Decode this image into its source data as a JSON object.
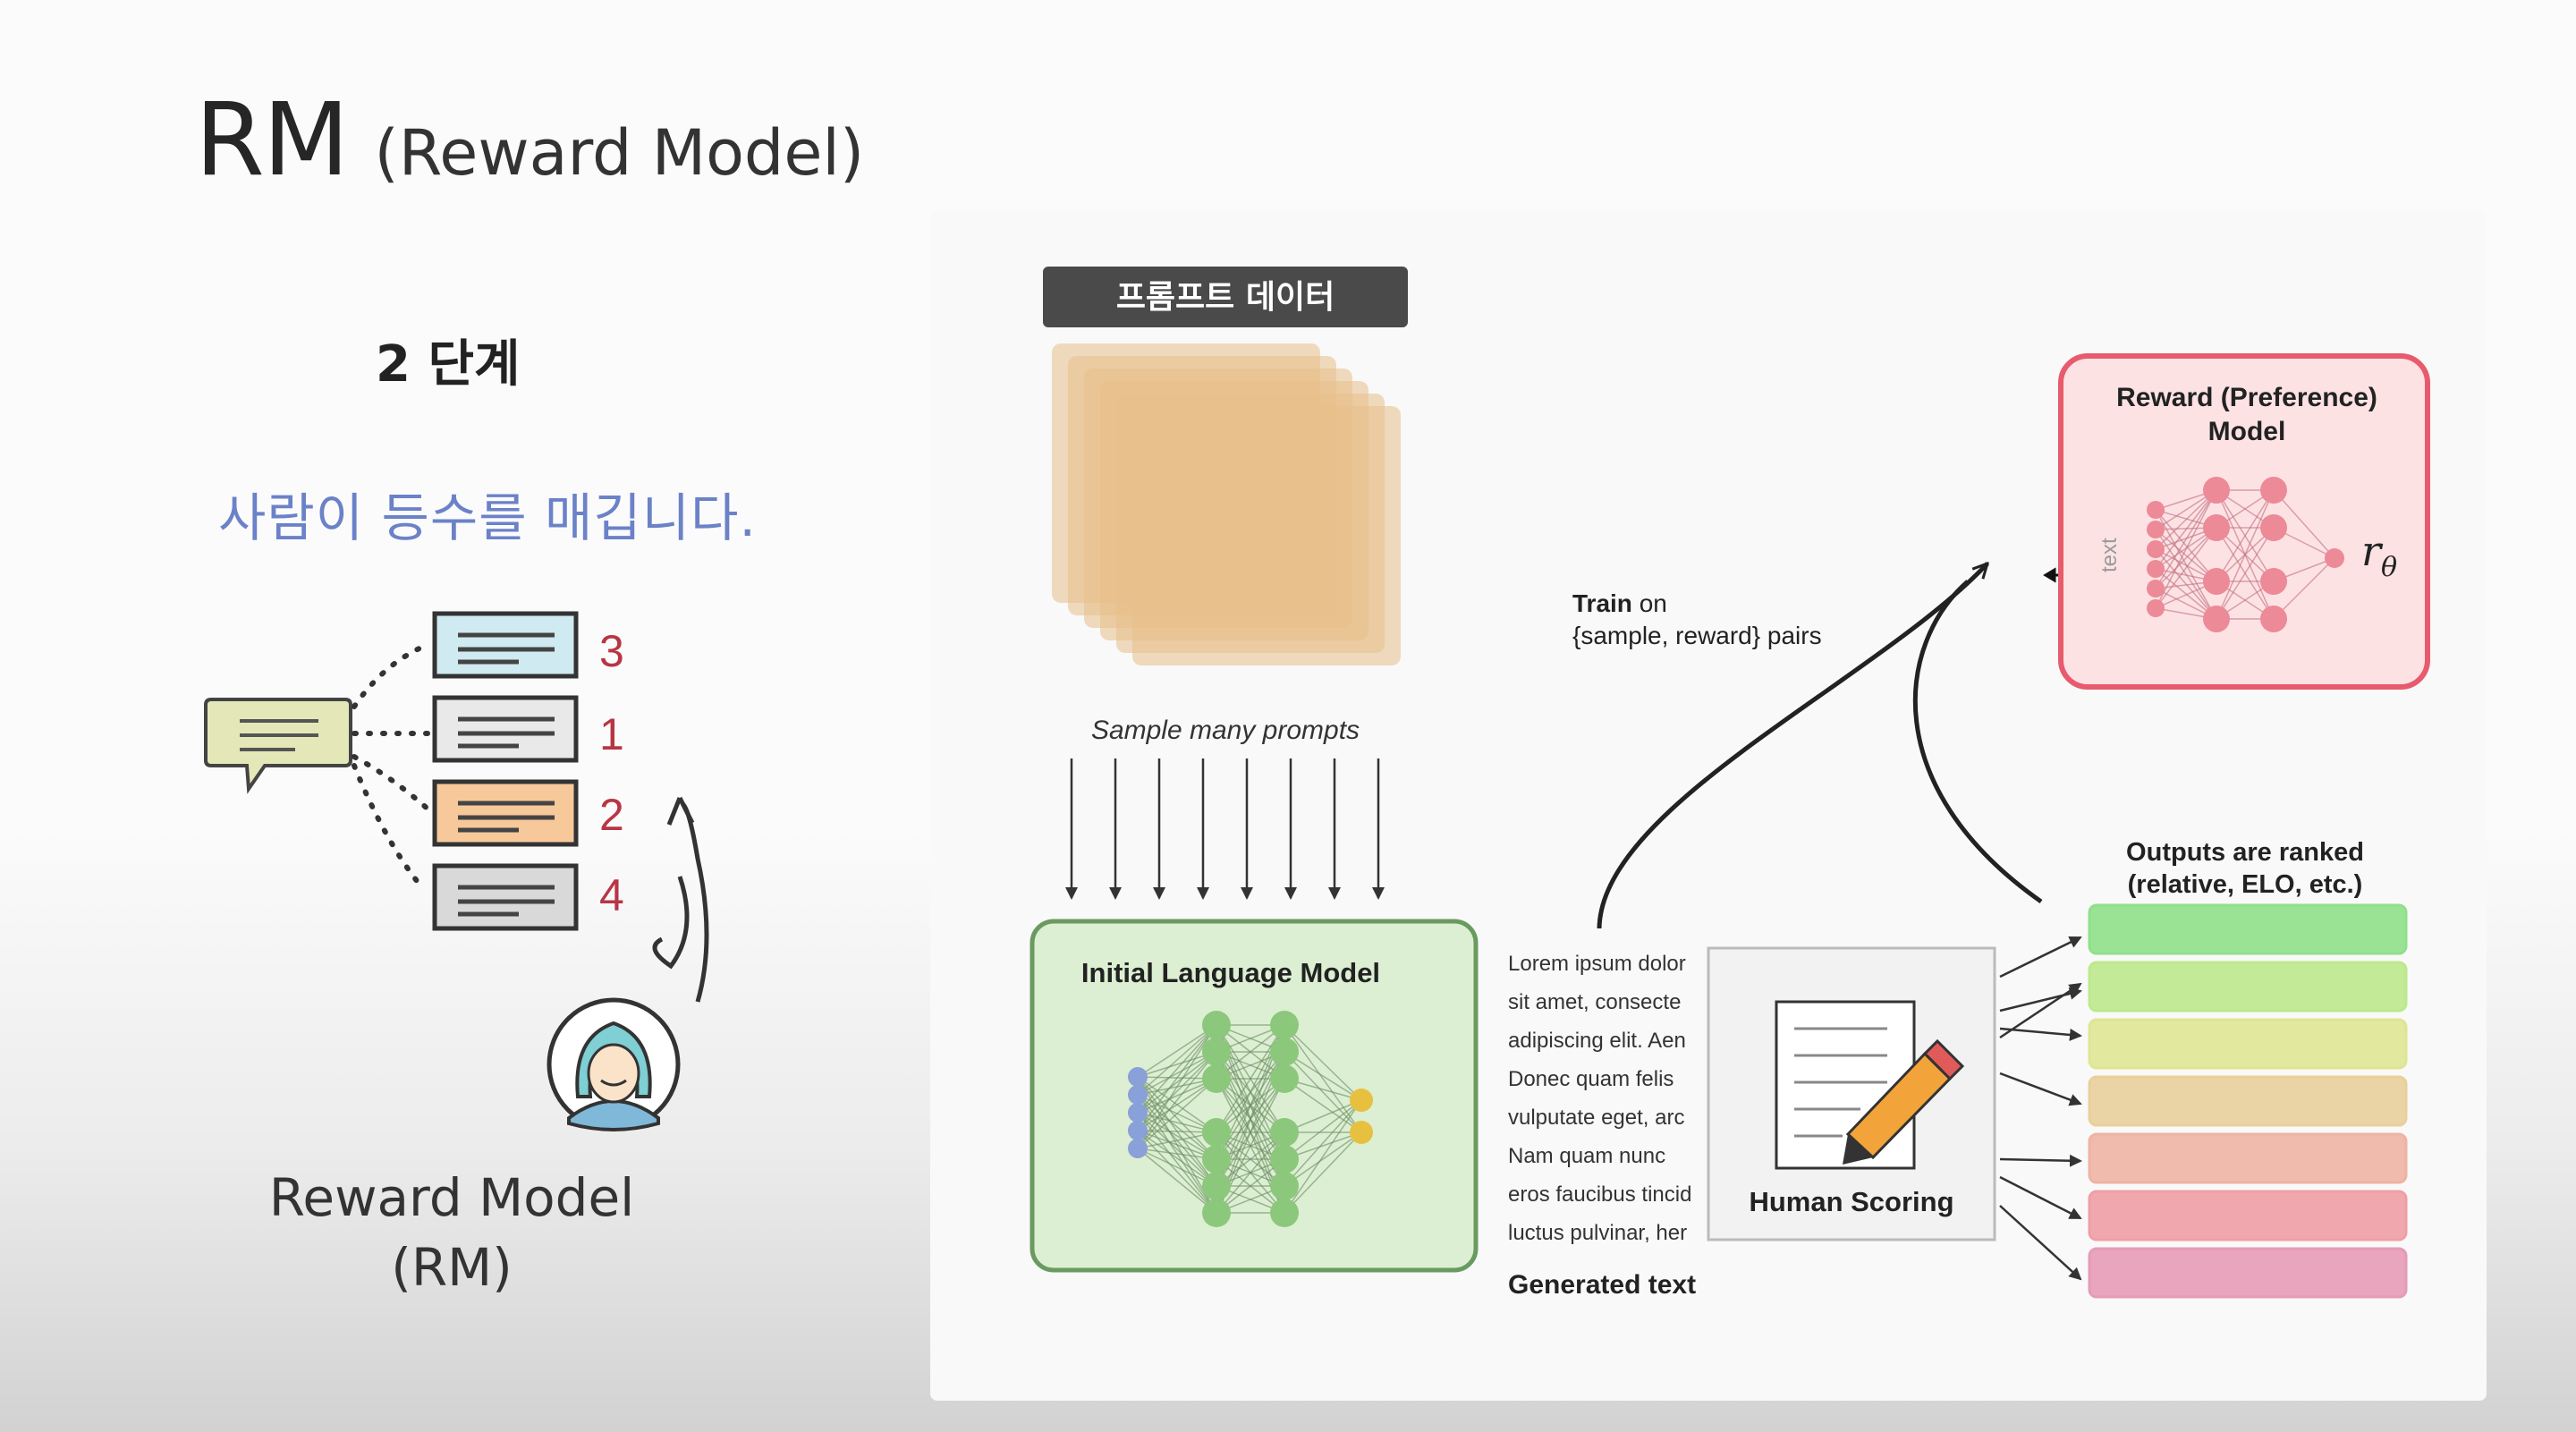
{
  "slide": {
    "title_main": "RM",
    "title_sub": "(Reward Model)",
    "step_title": "2 단계",
    "step_desc": "사람이 등수를 매깁니다.",
    "ranks": [
      "3",
      "1",
      "2",
      "4"
    ],
    "caption_line1": "Reward Model",
    "caption_line2": "(RM)"
  },
  "diagram": {
    "prompt_label": "프롬프트 데이터",
    "sample_label": "Sample many prompts",
    "lm_title": "Initial Language Model",
    "generated_lines": [
      "Lorem ipsum dolor",
      "sit amet, consecte",
      "adipiscing elit. Aen",
      "Donec quam felis",
      "vulputate eget, arc",
      "Nam quam nunc",
      "eros faucibus tincid",
      "luctus pulvinar, her"
    ],
    "generated_title": "Generated text",
    "human_scoring": "Human Scoring",
    "train_bold": "Train",
    "train_rest": "on",
    "train_line2": "{sample, reward} pairs",
    "rm_title_line1": "Reward (Preference)",
    "rm_title_line2": "Model",
    "rm_input_label": "text",
    "rm_output": "r",
    "rm_output_sub": "θ",
    "outputs_line1": "Outputs are ranked",
    "outputs_line2": "(relative, ELO, etc.)"
  },
  "colors": {
    "ranked_bars": [
      "#8fe08a",
      "#bde88c",
      "#dfe593",
      "#e8cf9c",
      "#eeb3a3",
      "#ee9fa5",
      "#e59bb6"
    ],
    "prompt_stack": "#e7c08a",
    "lm_fill": "#dcefd2",
    "rm_border": "#e85a6d",
    "rm_fill": "#fde2e4",
    "step_desc": "#6b82c8"
  }
}
